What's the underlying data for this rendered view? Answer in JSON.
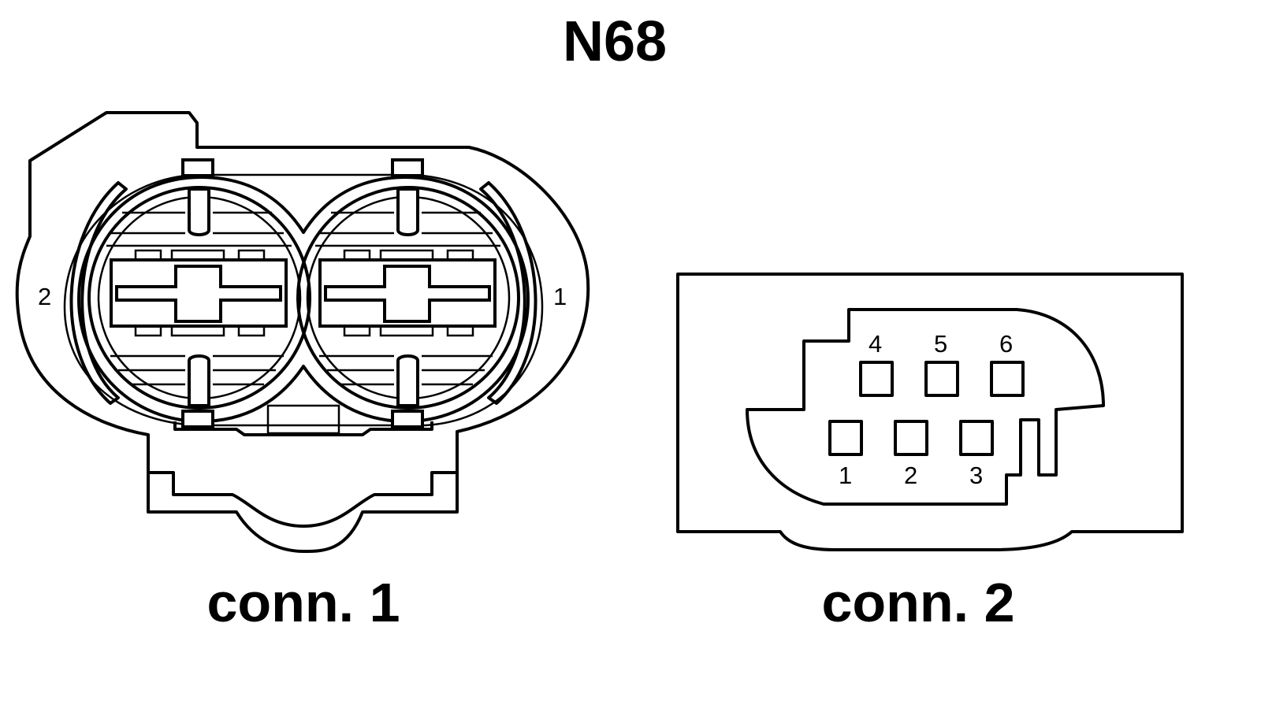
{
  "title": "N68",
  "connector1": {
    "caption": "conn. 1",
    "pins": {
      "left": "2",
      "right": "1"
    }
  },
  "connector2": {
    "caption": "conn. 2",
    "pins": {
      "p1": "1",
      "p2": "2",
      "p3": "3",
      "p4": "4",
      "p5": "5",
      "p6": "6"
    }
  }
}
